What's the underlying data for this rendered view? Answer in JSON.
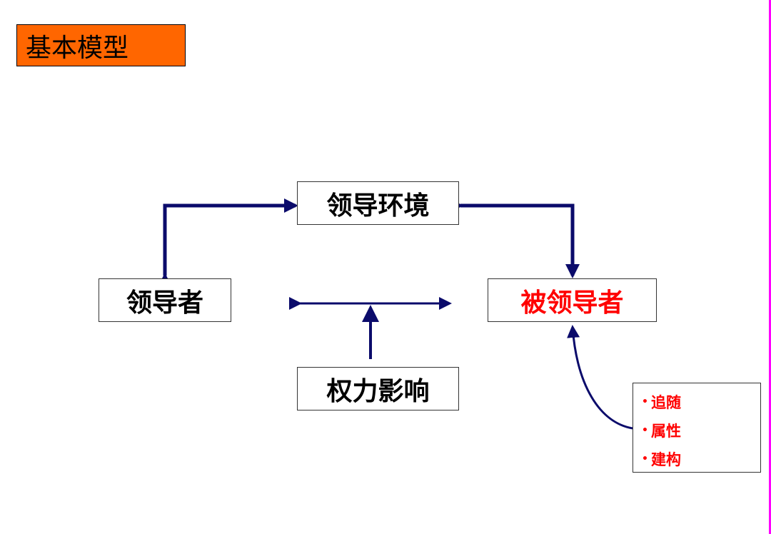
{
  "title": "基本模型",
  "nodes": {
    "environment": "领导环境",
    "leader": "领导者",
    "follower": "被领导者",
    "power": "权力影响"
  },
  "attributes": {
    "bullet": "•",
    "items": [
      "追随",
      "属性",
      "建构"
    ]
  },
  "colors": {
    "title_bg": "#ff6600",
    "arrow": "#0b0b6b",
    "highlight_text": "#ff0000",
    "edge_line": "#ff00ff"
  }
}
